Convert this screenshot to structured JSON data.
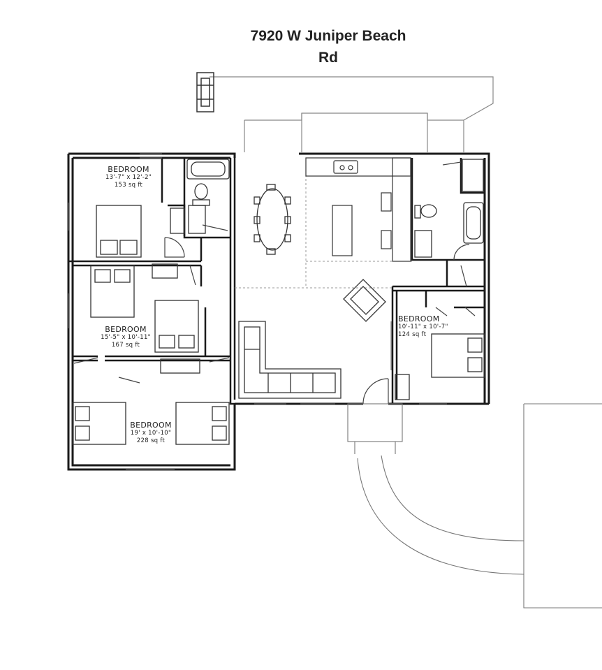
{
  "title": {
    "line1": "7920 W Juniper Beach",
    "line2": "Rd"
  },
  "rooms": [
    {
      "id": "bedroom-1",
      "name": "BEDROOM",
      "dimensions": "13'-7\" x 12'-2\"",
      "area": "153 sq ft"
    },
    {
      "id": "bedroom-2",
      "name": "BEDROOM",
      "dimensions": "15'-5\" x 10'-11\"",
      "area": "167 sq ft"
    },
    {
      "id": "bedroom-3",
      "name": "BEDROOM",
      "dimensions": "19' x 10'-10\"",
      "area": "228 sq ft"
    },
    {
      "id": "bedroom-4",
      "name": "BEDROOM",
      "dimensions": "10'-11\" x 10'-7\"",
      "area": "124 sq ft"
    }
  ],
  "colors": {
    "wall": "#1a1a1a",
    "line": "#444444",
    "light_line": "#9a9a9a",
    "text": "#222222",
    "background": "#ffffff"
  }
}
